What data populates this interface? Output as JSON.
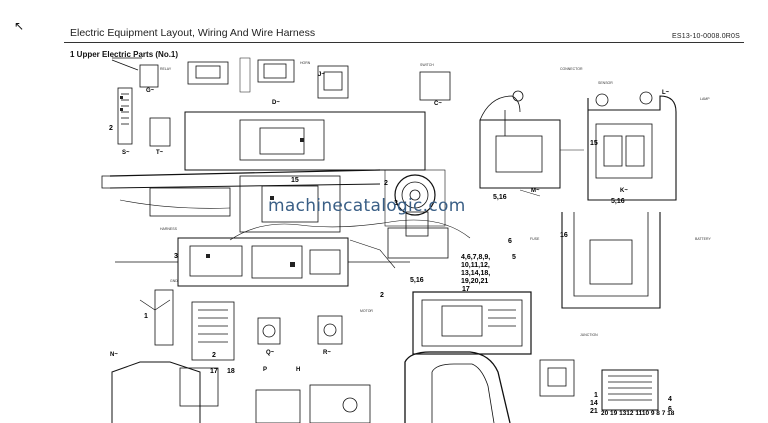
{
  "header": {
    "title": "Electric Equipment Layout, Wiring And Wire Harness",
    "doc_number": "ES13-10-0008.0R0S"
  },
  "section": {
    "heading": "1  Upper Electric Parts (No.1)"
  },
  "watermark": "machinecatalogic.com",
  "view_labels": [
    "G~",
    "D~",
    "C~",
    "J~",
    "S~",
    "T~",
    "L~",
    "M~",
    "K~",
    "N~",
    "Q~",
    "R~",
    "H",
    "P"
  ],
  "callouts": {
    "c15_left": "15",
    "c2_mid": "2",
    "c3_mid": "3",
    "c5_16_a": "5,16",
    "c4_to_21": "4,6,7,8,9,\n10,11,12,\n13,14,18,\n19,20,21",
    "c5_16_b": "5,16",
    "c17_mid": "17",
    "c2_right_mid": "2",
    "c2_leftcol": "2",
    "c15_right": "15",
    "c5_16_right": "5,16",
    "c6_right": "6",
    "c16_right": "16",
    "c5_right": "5",
    "c3_left": "3",
    "c1_left": "1",
    "c2_left_lower": "2",
    "c17_bottom": "17",
    "c18_bottom": "18",
    "c1_bottom": "1",
    "c14_bottom": "14",
    "c21_bottom": "21",
    "c_row_bottom": "20 19 1312 1110 9 8 7 18",
    "c4_bottom": "4",
    "c6_bottom": "6"
  }
}
